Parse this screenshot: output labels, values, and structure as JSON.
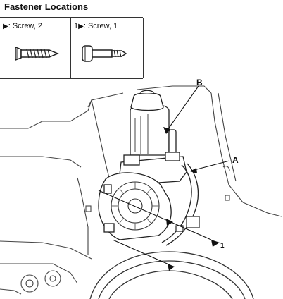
{
  "title": "Fastener Locations",
  "fasteners": [
    {
      "symbol": "▶",
      "prefix": "",
      "label": ": Screw, 2"
    },
    {
      "symbol": "▶",
      "prefix": "1",
      "label": ": Screw, 1"
    }
  ],
  "callouts": {
    "a": "A",
    "b": "B",
    "one": "1"
  }
}
